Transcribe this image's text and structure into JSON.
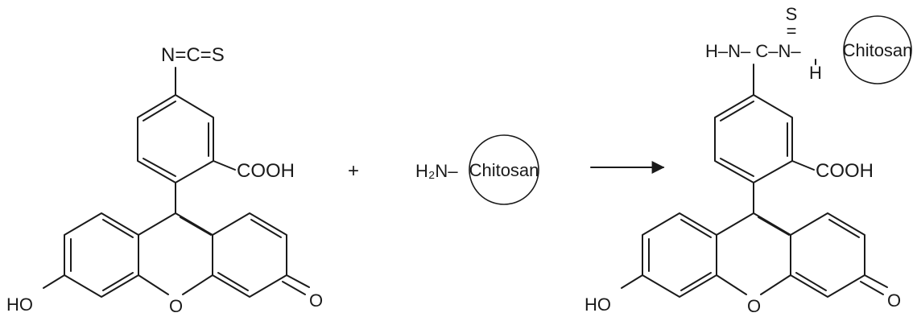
{
  "reactant": {
    "isothiocyanate": "N=C=S",
    "cooh": "COOH",
    "ho": "HO",
    "keto_o": "O",
    "ring_o": "O"
  },
  "plus_sign": "+",
  "amine": {
    "h2n": "H₂N–",
    "chitosan": "Chitosan"
  },
  "product": {
    "sulfur": "S",
    "double_bond": "=",
    "thiourea_chain": "H–N– C–N–",
    "nh_hydrogen": "H",
    "chitosan": "Chitosan",
    "cooh": "COOH",
    "ho": "HO",
    "keto_o": "O",
    "ring_o": "O"
  },
  "colors": {
    "ink": "#1a1a1a",
    "background": "#ffffff"
  }
}
